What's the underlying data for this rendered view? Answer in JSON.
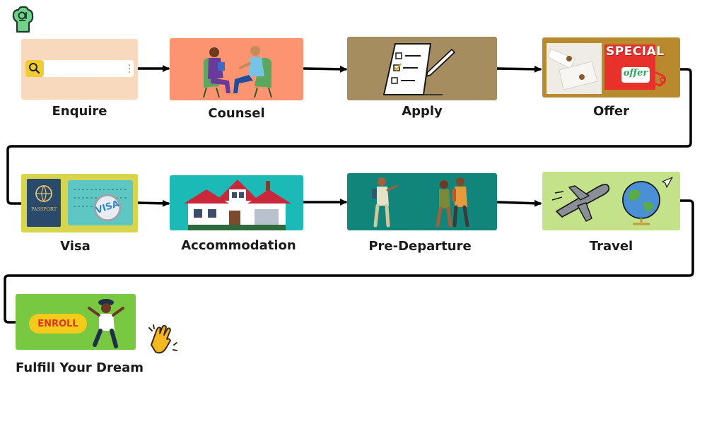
{
  "steps": [
    {
      "id": "enquire",
      "label": "Enquire",
      "bg": "#f8d9bd"
    },
    {
      "id": "counsel",
      "label": "Counsel",
      "bg": "#fd9471"
    },
    {
      "id": "apply",
      "label": "Apply",
      "bg": "#a58d60"
    },
    {
      "id": "offer",
      "label": "Offer",
      "bg": "#b98a2d"
    },
    {
      "id": "visa",
      "label": "Visa",
      "bg": "#d6d54b"
    },
    {
      "id": "accommodation",
      "label": "Accommodation",
      "bg": "#1cbab6"
    },
    {
      "id": "pre_departure",
      "label": "Pre-Departure",
      "bg": "#12857b"
    },
    {
      "id": "travel",
      "label": "Travel",
      "bg": "#c3e28a"
    },
    {
      "id": "fulfill",
      "label": "Fulfill Your Dream",
      "bg": "#78c842"
    }
  ],
  "offer_sticker": {
    "line1": "SPECIAL",
    "line2": "offer"
  },
  "visa_card": {
    "passport_text": "PASSPORT",
    "stamp_text": "VISA"
  },
  "enroll_button": {
    "label": "ENROLL"
  },
  "icons": {
    "top_left": "ok-hand-icon",
    "bottom_right": "clapping-hands-icon"
  },
  "colors": {
    "arrow": "#000000",
    "accent_green": "#6fd18a",
    "accent_yellow": "#f6b81f"
  }
}
